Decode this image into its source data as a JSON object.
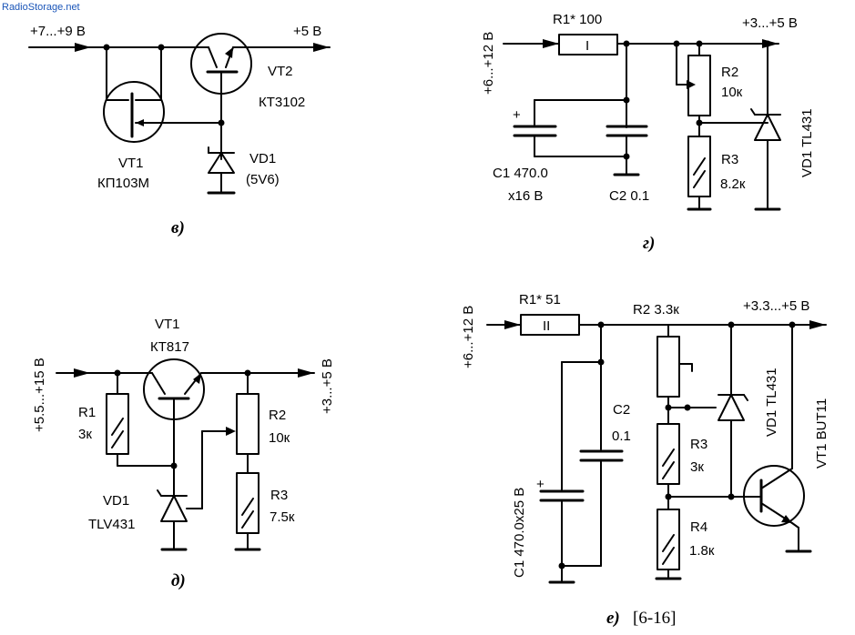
{
  "watermark": "RadioStorage.net",
  "circuits": {
    "v": {
      "caption": "в)",
      "input": "+7...+9 В",
      "output": "+5 В",
      "vt1_name": "VT1",
      "vt1_type": "КП103М",
      "vt2_name": "VT2",
      "vt2_type": "КТ3102",
      "vd1_name": "VD1",
      "vd1_value": "(5V6)"
    },
    "g": {
      "caption": "г)",
      "input": "+6...+12 В",
      "output": "+3...+5 В",
      "r1": "R1* 100",
      "r2_name": "R2",
      "r2_value": "10к",
      "r3_name": "R3",
      "r3_value": "8.2к",
      "c1_value": "C1 470.0",
      "c1_voltage": "x16 В",
      "c2": "C2 0.1",
      "vd1": "VD1 TL431",
      "plus": "+",
      "r1_mark": "I"
    },
    "d": {
      "caption": "д)",
      "input": "+5.5...+15 В",
      "output": "+3...+5 В",
      "vt1_name": "VT1",
      "vt1_type": "КТ817",
      "r1_name": "R1",
      "r1_value": "3к",
      "r2_name": "R2",
      "r2_value": "10к",
      "r3_name": "R3",
      "r3_value": "7.5к",
      "vd1_name": "VD1",
      "vd1_type": "TLV431"
    },
    "e": {
      "caption": "е)",
      "ref": "[6-16]",
      "input": "+6...+12 В",
      "output": "+3.3...+5 В",
      "r1": "R1* 51",
      "r2": "R2 3.3к",
      "r3_name": "R3",
      "r3_value": "3к",
      "r4_name": "R4",
      "r4_value": "1.8к",
      "c1": "C1 470.0x25 В",
      "c2_name": "C2",
      "c2_value": "0.1",
      "vd1": "VD1 TL431",
      "vt1": "VT1 BUT11",
      "plus": "+",
      "r1_mark": "II"
    }
  }
}
